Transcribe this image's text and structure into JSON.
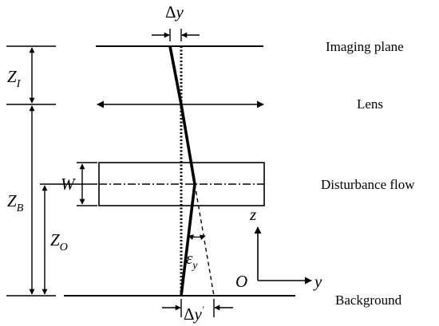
{
  "labels": {
    "imaging_plane": "Imaging plane",
    "lens": "Lens",
    "disturbance_flow": "Disturbance flow",
    "background": "Background"
  },
  "symbols": {
    "delta_y_top": {
      "base": "Δ",
      "var": "y"
    },
    "delta_y_bottom": {
      "base": "Δ",
      "var": "y",
      "prime": "′"
    },
    "z_i": {
      "base": "Z",
      "sub": "I"
    },
    "z_b": {
      "base": "Z",
      "sub": "B"
    },
    "z_o": {
      "base": "Z",
      "sub": "O"
    },
    "w": {
      "base": "W"
    },
    "epsilon_y": {
      "base": "ε",
      "sub": "y"
    },
    "axis_z": {
      "base": "z"
    },
    "axis_y": {
      "base": "y"
    },
    "origin": {
      "base": "O"
    }
  },
  "colors": {
    "line": "#000000",
    "background": "#ffffff"
  }
}
